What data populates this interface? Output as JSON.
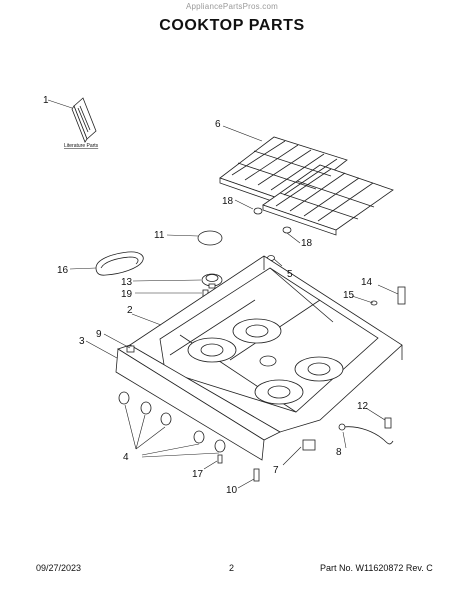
{
  "header": {
    "watermark": "AppliancePartsPros.com",
    "title": "COOKTOP PARTS"
  },
  "callouts": [
    {
      "id": "1",
      "label": "1"
    },
    {
      "id": "2",
      "label": "2"
    },
    {
      "id": "3",
      "label": "3"
    },
    {
      "id": "4",
      "label": "4"
    },
    {
      "id": "5",
      "label": "5"
    },
    {
      "id": "6",
      "label": "6"
    },
    {
      "id": "7",
      "label": "7"
    },
    {
      "id": "8",
      "label": "8"
    },
    {
      "id": "9",
      "label": "9"
    },
    {
      "id": "10",
      "label": "10"
    },
    {
      "id": "11",
      "label": "11"
    },
    {
      "id": "12",
      "label": "12"
    },
    {
      "id": "13",
      "label": "13"
    },
    {
      "id": "14",
      "label": "14"
    },
    {
      "id": "15",
      "label": "15"
    },
    {
      "id": "16",
      "label": "16"
    },
    {
      "id": "17",
      "label": "17"
    },
    {
      "id": "18a",
      "label": "18"
    },
    {
      "id": "18b",
      "label": "18"
    },
    {
      "id": "19",
      "label": "19"
    }
  ],
  "literature": {
    "label": "Literature Parts"
  },
  "footer": {
    "date": "09/27/2023",
    "page": "2",
    "part_info": "Part No. W11620872  Rev. C"
  }
}
